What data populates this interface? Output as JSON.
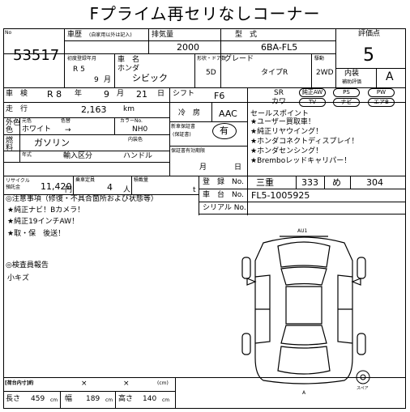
{
  "title": "Fプライム再セリなしコーナー",
  "lot": {
    "label": "No",
    "number": "53517"
  },
  "history": {
    "label": "車歴",
    "note": "(自家用以外は記入)"
  },
  "displacement": {
    "label": "排気量",
    "value": "2000"
  },
  "model": {
    "label": "型　式",
    "value": "6BA-FL5"
  },
  "score": {
    "label": "評価点",
    "value": "5",
    "interior_label": "内装",
    "interior_sub": "補助評価",
    "interior_value": "A"
  },
  "first_reg": {
    "label": "初度登録年月",
    "era": "R 5",
    "month": "9",
    "month_unit": "月"
  },
  "vehicle": {
    "label": "車　名",
    "maker": "ホンダ",
    "name": "シビック"
  },
  "shape": {
    "label": "形状・ドア数",
    "value": "5D"
  },
  "grade": {
    "label": "グレード",
    "value": "タイプR"
  },
  "drive": {
    "label": "駆動",
    "value": "2WD"
  },
  "inspection": {
    "label": "車　検",
    "era": "R 8",
    "year_unit": "年",
    "month": "9",
    "month_unit": "月",
    "day": "21",
    "day_unit": "日"
  },
  "shift": {
    "label": "シフト",
    "value": "F6"
  },
  "ac": {
    "label": "冷　房",
    "value": "AAC"
  },
  "equipment": {
    "sr": "SR",
    "pw": "PW",
    "ps": "PS",
    "leather": "純正AW",
    "cover": "カワ",
    "tv": "TV",
    "navi": "ナビ",
    "airbag": "エアB"
  },
  "mileage": {
    "label": "走　行",
    "value": "2,163",
    "unit": "km"
  },
  "color": {
    "label_top": "外色",
    "label_bottom": "色",
    "original_label": "元色",
    "change_label": "色替",
    "value": "ホワイト",
    "arrow": "→",
    "code_label": "カラーNo.",
    "code": "NH0",
    "interior_label": "内装色"
  },
  "record": {
    "label": "新車保証書",
    "label2": "(保証書)",
    "value": "有"
  },
  "warranty_period": {
    "label": "保証書有効期限",
    "month_unit": "月",
    "day_unit": "日"
  },
  "fuel": {
    "label": "燃料",
    "value": "ガソリン"
  },
  "import": {
    "year_label": "年式",
    "import_label": "輸入区分",
    "handle_label": "ハンドル"
  },
  "recycle": {
    "label": "リサイクル預託金",
    "value": "11,420",
    "unit": "円"
  },
  "capacity": {
    "label": "乗車定員",
    "value": "4",
    "unit": "人"
  },
  "load": {
    "label": "積載量",
    "unit": "t"
  },
  "sales_points": {
    "label": "セールスポイント",
    "items": [
      "★ユーザー買取車！",
      "★純正リヤウイング！",
      "★ホンダコネクトディスプレイ！",
      "★ホンダセンシング！",
      "★Bremboレッドキャリパー！"
    ]
  },
  "registration": {
    "label": "登　録　No.",
    "area": "三重",
    "class": "333",
    "kana": "め",
    "number": "304"
  },
  "chassis": {
    "label": "車　台　No.",
    "value": "FL5-1005925"
  },
  "serial": {
    "label": "シリアル No."
  },
  "notes": {
    "label": "◎注意事項（修復・不具合箇所および状態等）",
    "items": [
      "★純正ナビ！Bカメラ！",
      "★純正19インチAW！",
      "★取・保　後送！"
    ]
  },
  "inspector": {
    "label": "◎検査員報告",
    "value": "小キズ"
  },
  "diagram": {
    "mark": "AU1",
    "bottom_label": "A",
    "spare_label": "スペア"
  },
  "cargo": {
    "label": "[荷台内寸]約",
    "x1": "×",
    "x2": "×",
    "unit": "(cm)"
  },
  "dimensions": {
    "length_label": "長さ",
    "length": "459",
    "width_label": "幅",
    "width": "189",
    "height_label": "高さ",
    "height": "140",
    "unit": "cm"
  }
}
